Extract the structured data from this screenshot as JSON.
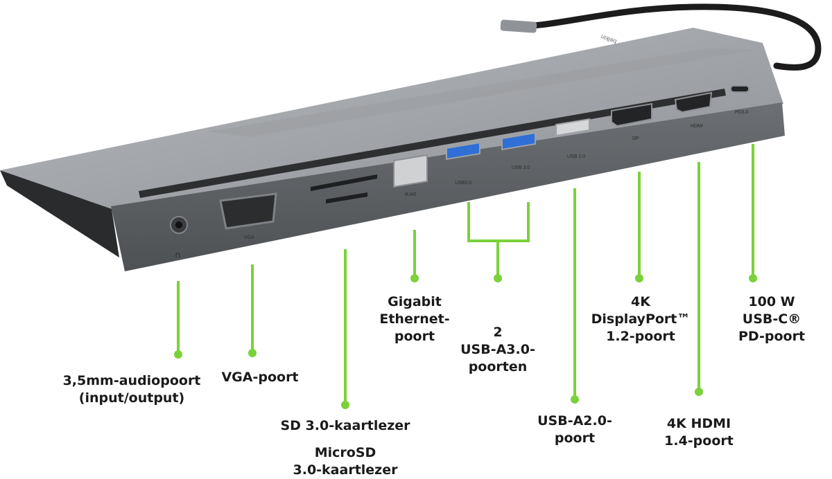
{
  "device": {
    "brand_text": "belkin",
    "port_labels": {
      "vga": "VGA",
      "rj45": "RJ45",
      "usb3_a": "USB3.0",
      "usb3_b": "USB 3.0",
      "usb2": "USB 2.0",
      "dp": "DP",
      "hdmi": "HDMI",
      "pd": "PD3.0"
    }
  },
  "callouts": {
    "audio": [
      "3,5mm-audiopoort",
      "(input/output)"
    ],
    "vga": [
      "VGA-poort"
    ],
    "sd": [
      "SD 3.0-kaartlezer"
    ],
    "microsd": [
      "MicroSD",
      "3.0-kaartlezer"
    ],
    "ethernet": [
      "Gigabit",
      "Ethernet-",
      "poort"
    ],
    "usb3": [
      "2",
      "USB-A3.0-",
      "poorten"
    ],
    "usb2": [
      "USB-A2.0-",
      "poort"
    ],
    "displayport": [
      "4K",
      "DisplayPort™",
      "1.2-poort"
    ],
    "hdmi": [
      "4K HDMI",
      "1.4-poort"
    ],
    "pd": [
      "100 W",
      "USB-C®",
      "PD-poort"
    ]
  },
  "colors": {
    "accent": "#7bd13a",
    "body_top": "#a4a7ab",
    "body_front": "#5f6266",
    "usb3_blue": "#2f6fd6"
  }
}
